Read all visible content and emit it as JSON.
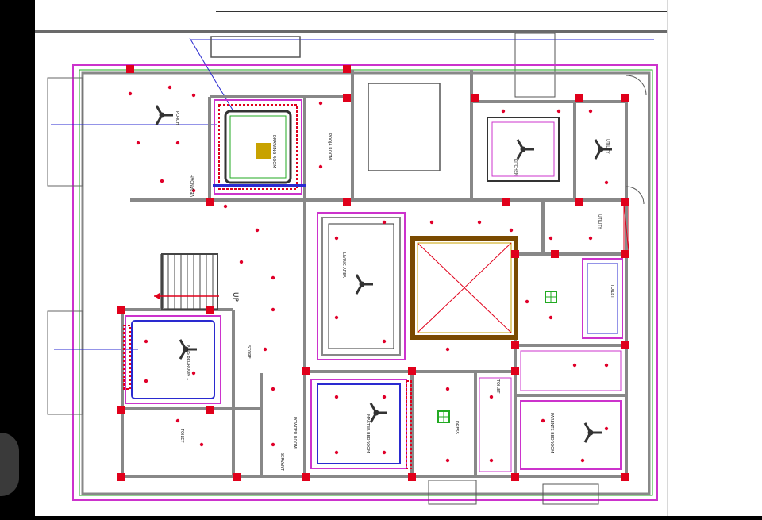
{
  "plan": {
    "rooms": {
      "porch": "PORCH",
      "drawing": "DRAWING ROOM",
      "pooja": "POOJA ROOM",
      "verandah": "VERANDAH",
      "kitchen": "KITCHEN",
      "utility": "UTILITY",
      "utility2": "UTILITY",
      "living": "LIVING AREA",
      "kids": "KIDS BEDROOM 1",
      "store": "STORE",
      "toilet1": "TOILET",
      "toilet2": "TOILET",
      "toilet3": "TOILET",
      "master": "MASTER BEDROOM",
      "parents": "PARENTS BEDROOM",
      "dress": "DRESS",
      "powder": "POWDER ROOM",
      "servant": "SERVANT",
      "up": "UP"
    },
    "colors": {
      "wall": "#888888",
      "column": "#e0001b",
      "light": "#e0002a",
      "outline": "#cc33cc",
      "dimension": "#2233aa",
      "cove": "#7a4a00",
      "wood": "#c8a200",
      "green": "#22aa22"
    }
  }
}
